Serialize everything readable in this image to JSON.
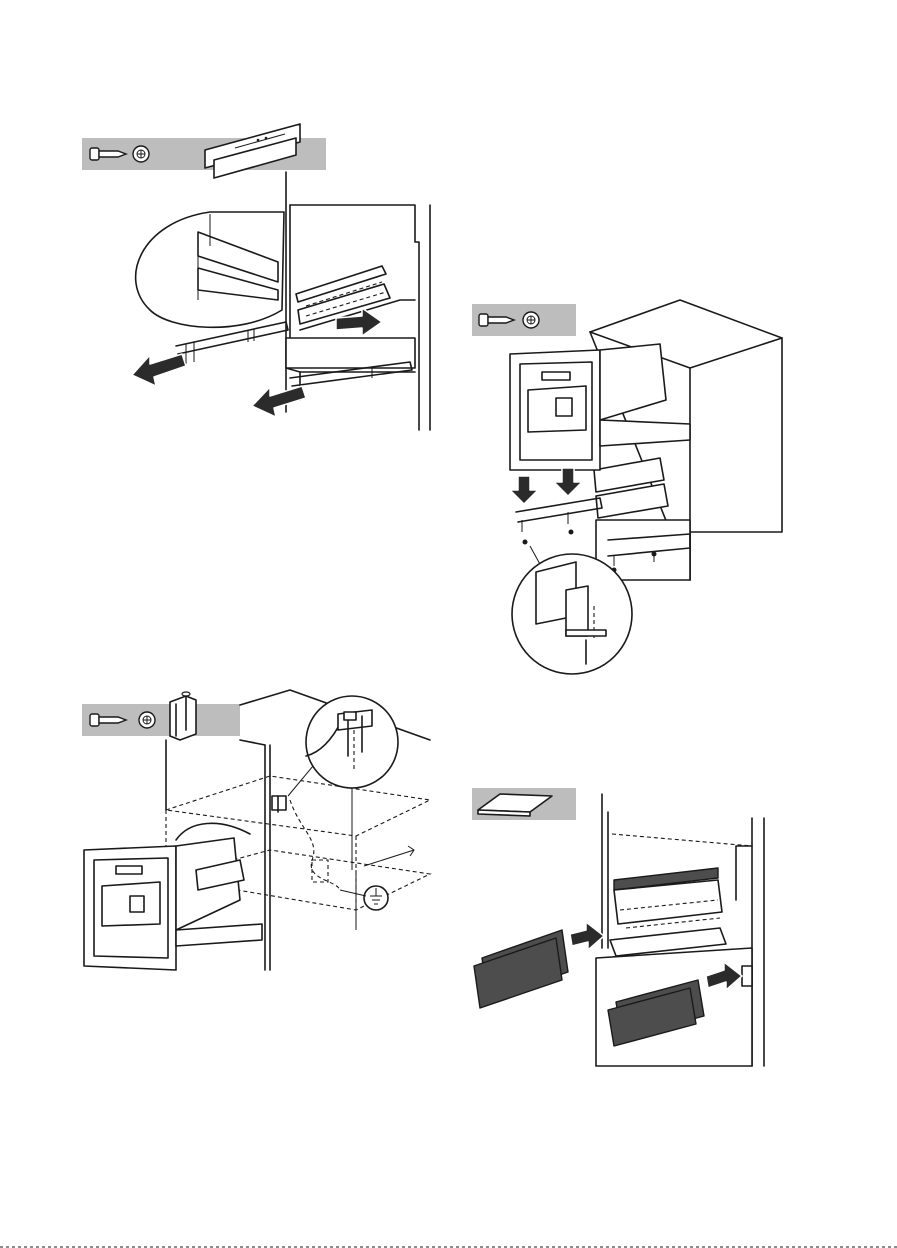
{
  "page": {
    "background": "#ffffff",
    "line_color": "#1a1a1a",
    "toolbar_color": "#bdbdbd",
    "panel_color": "#4d4d4d"
  },
  "steps": [
    {
      "id": "step-1",
      "tools": [
        "screw-icon",
        "phillips-screwdriver-icon",
        "mounting-rail-icon"
      ]
    },
    {
      "id": "step-2",
      "tools": [
        "screw-icon",
        "phillips-screwdriver-icon"
      ]
    },
    {
      "id": "step-3",
      "tools": [
        "screw-icon",
        "phillips-screwdriver-icon",
        "angle-bracket-icon"
      ]
    },
    {
      "id": "step-4",
      "tools": [
        "cover-panel-icon"
      ]
    }
  ]
}
